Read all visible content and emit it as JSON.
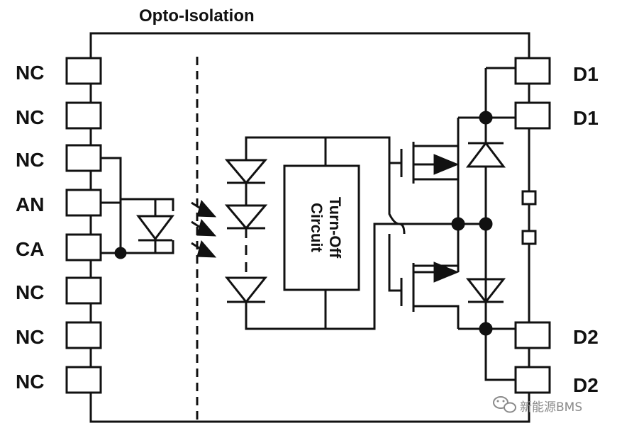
{
  "title": "Opto-Isolation",
  "left_pins": [
    "NC",
    "NC",
    "NC",
    "AN",
    "CA",
    "NC",
    "NC",
    "NC"
  ],
  "right_pins": [
    "D1",
    "D1",
    "D2",
    "D2"
  ],
  "turnoff_block": {
    "line1": "Turn-Off",
    "line2": "Circuit"
  },
  "watermark": {
    "text": "新能源BMS"
  },
  "colors": {
    "line": "#111111",
    "background": "#ffffff",
    "watermark": "#8a8a8a"
  }
}
